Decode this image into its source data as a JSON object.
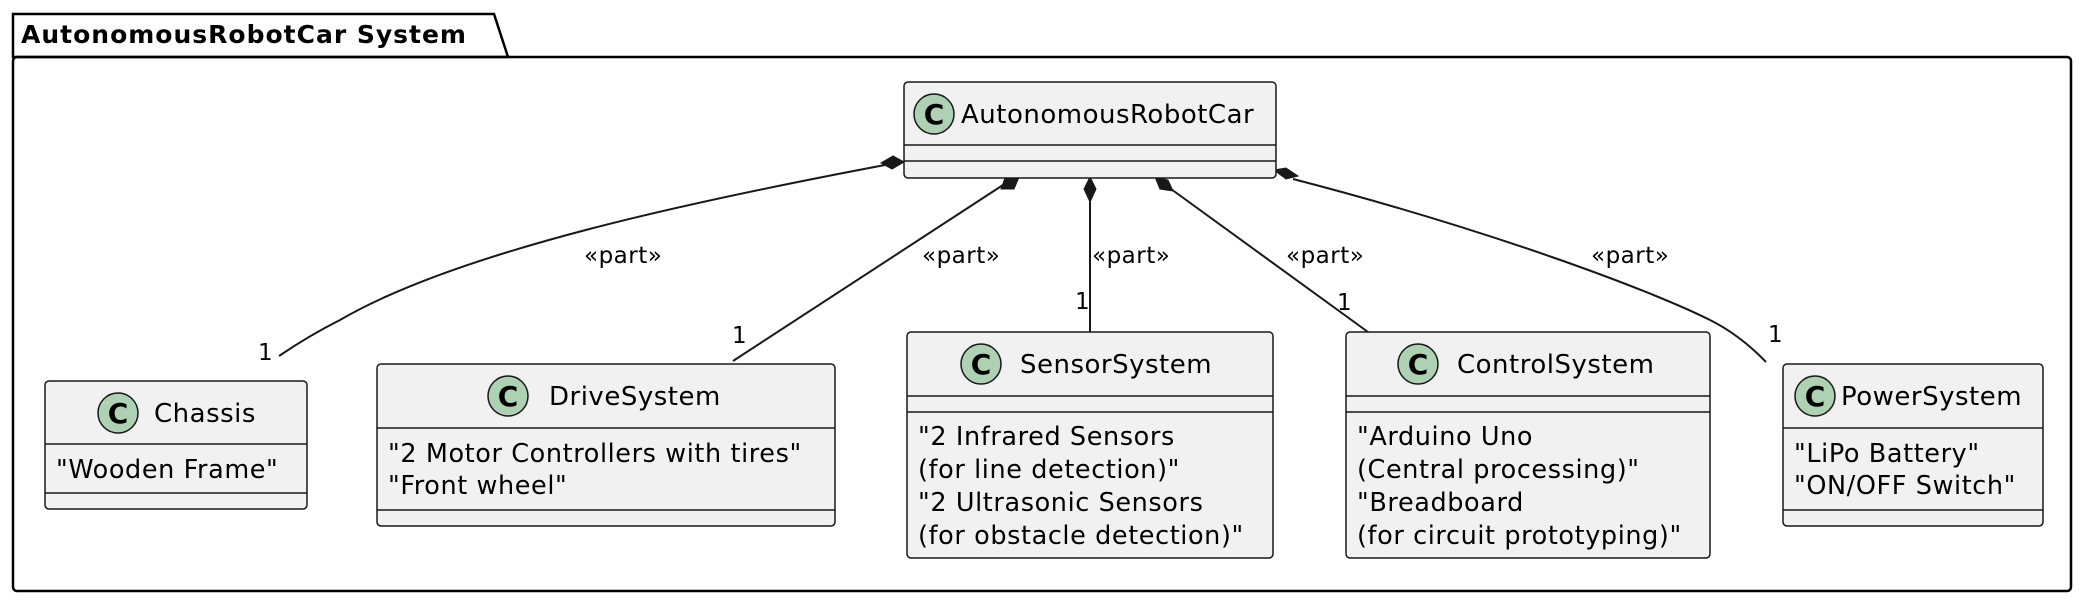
{
  "package": {
    "title": "AutonomousRobotCar System"
  },
  "classes": {
    "main": {
      "name": "AutonomousRobotCar",
      "stereotype_icon": "C"
    },
    "chassis": {
      "name": "Chassis",
      "stereotype_icon": "C",
      "attrs": [
        "\"Wooden Frame\""
      ]
    },
    "drive": {
      "name": "DriveSystem",
      "stereotype_icon": "C",
      "attrs": [
        "\"2 Motor Controllers with tires\"",
        "\"Front wheel\""
      ]
    },
    "sensor": {
      "name": "SensorSystem",
      "stereotype_icon": "C",
      "attrs": [
        "\"2 Infrared Sensors",
        "(for line detection)\"",
        "\"2 Ultrasonic Sensors",
        "(for obstacle detection)\""
      ]
    },
    "control": {
      "name": "ControlSystem",
      "stereotype_icon": "C",
      "attrs": [
        "\"Arduino Uno",
        "(Central processing)\"",
        "\"Breadboard",
        "(for circuit prototyping)\""
      ]
    },
    "power": {
      "name": "PowerSystem",
      "stereotype_icon": "C",
      "attrs": [
        "\"LiPo Battery\"",
        "\"ON/OFF Switch\""
      ]
    }
  },
  "relations": {
    "chassis": {
      "label": "«part»",
      "multiplicity": "1"
    },
    "drive": {
      "label": "«part»",
      "multiplicity": "1"
    },
    "sensor": {
      "label": "«part»",
      "multiplicity": "1"
    },
    "control": {
      "label": "«part»",
      "multiplicity": "1"
    },
    "power": {
      "label": "«part»",
      "multiplicity": "1"
    }
  },
  "colors": {
    "class_fill": "#f1f1f1",
    "circle_fill": "#add1b2",
    "line": "#181818",
    "border": "#181818"
  }
}
